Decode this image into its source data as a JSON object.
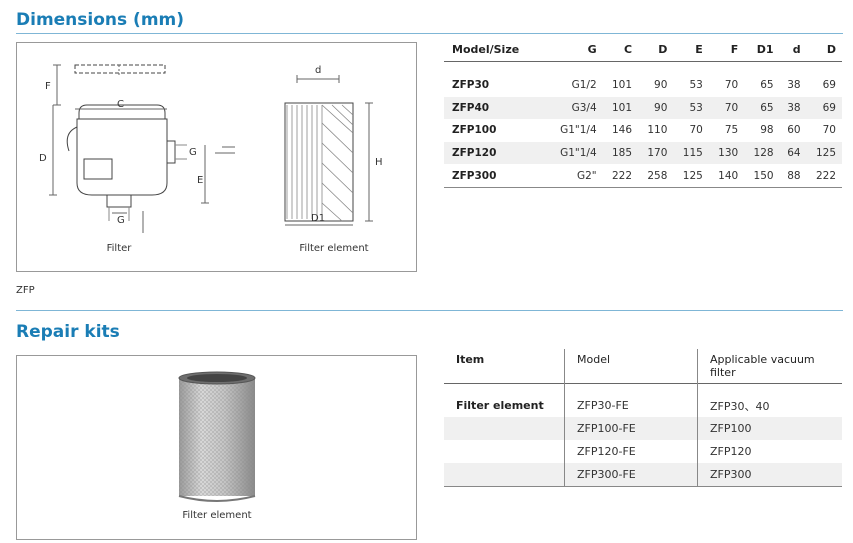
{
  "dimensions": {
    "title": "Dimensions (mm)",
    "diagram_labels": {
      "F": "F",
      "C": "C",
      "D": "D",
      "G": "G",
      "E": "E",
      "G2": "G",
      "d": "d",
      "H": "H",
      "D1": "D1"
    },
    "captions": {
      "filter": "Filter",
      "element": "Filter element"
    },
    "note": "ZFP",
    "table": {
      "headers": [
        "Model/Size",
        "G",
        "C",
        "D",
        "E",
        "F",
        "D1",
        "d",
        "D"
      ],
      "rows": [
        [
          "ZFP30",
          "G1/2",
          "101",
          "90",
          "53",
          "70",
          "65",
          "38",
          "69"
        ],
        [
          "ZFP40",
          "G3/4",
          "101",
          "90",
          "53",
          "70",
          "65",
          "38",
          "69"
        ],
        [
          "ZFP100",
          "G1\"1/4",
          "146",
          "110",
          "70",
          "75",
          "98",
          "60",
          "70"
        ],
        [
          "ZFP120",
          "G1\"1/4",
          "185",
          "170",
          "115",
          "130",
          "128",
          "64",
          "125"
        ],
        [
          "ZFP300",
          "G2\"",
          "222",
          "258",
          "125",
          "140",
          "150",
          "88",
          "222"
        ]
      ]
    }
  },
  "repair": {
    "title": "Repair kits",
    "caption": "Filter element",
    "table": {
      "headers": [
        "Item",
        "Model",
        "Applicable vacuum filter"
      ],
      "rows": [
        [
          "Filter element",
          "ZFP30-FE",
          "ZFP30、40"
        ],
        [
          "",
          "ZFP100-FE",
          "ZFP100"
        ],
        [
          "",
          "ZFP120-FE",
          "ZFP120"
        ],
        [
          "",
          "ZFP300-FE",
          "ZFP300"
        ]
      ]
    }
  }
}
